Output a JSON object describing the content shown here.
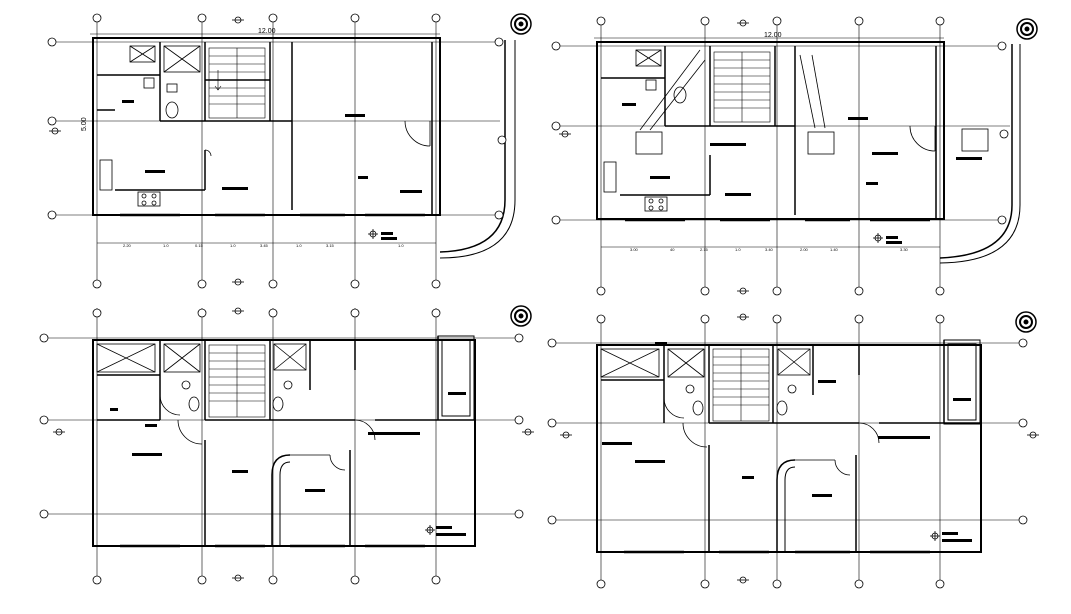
{
  "sheet": {
    "background": "#ffffff",
    "line_color": "#000000",
    "plans": [
      {
        "id": "ground-floor-plan",
        "overall_dimension": "12.00",
        "side_dimension": "5.00",
        "bottom_dimensions": [
          "2.20",
          "1.0",
          "0.15",
          "1.0",
          "3.45",
          "1.0",
          "3.15",
          "1.0"
        ]
      },
      {
        "id": "first-floor-plan",
        "overall_dimension": "12.00",
        "side_dimension": "",
        "bottom_dimensions": [
          "3.00",
          "40",
          "2.15",
          "1.0",
          "3.40",
          "2.00",
          "1.40",
          "3.30"
        ]
      },
      {
        "id": "second-floor-plan",
        "overall_dimension": "",
        "side_dimension": "",
        "bottom_dimensions": []
      },
      {
        "id": "third-floor-plan",
        "overall_dimension": "",
        "side_dimension": "",
        "bottom_dimensions": []
      }
    ],
    "north_arrow_icon": "north-arrow-icon",
    "grid_bubble_icon": "grid-bubble-icon",
    "section_marker_icon": "section-marker-icon"
  }
}
